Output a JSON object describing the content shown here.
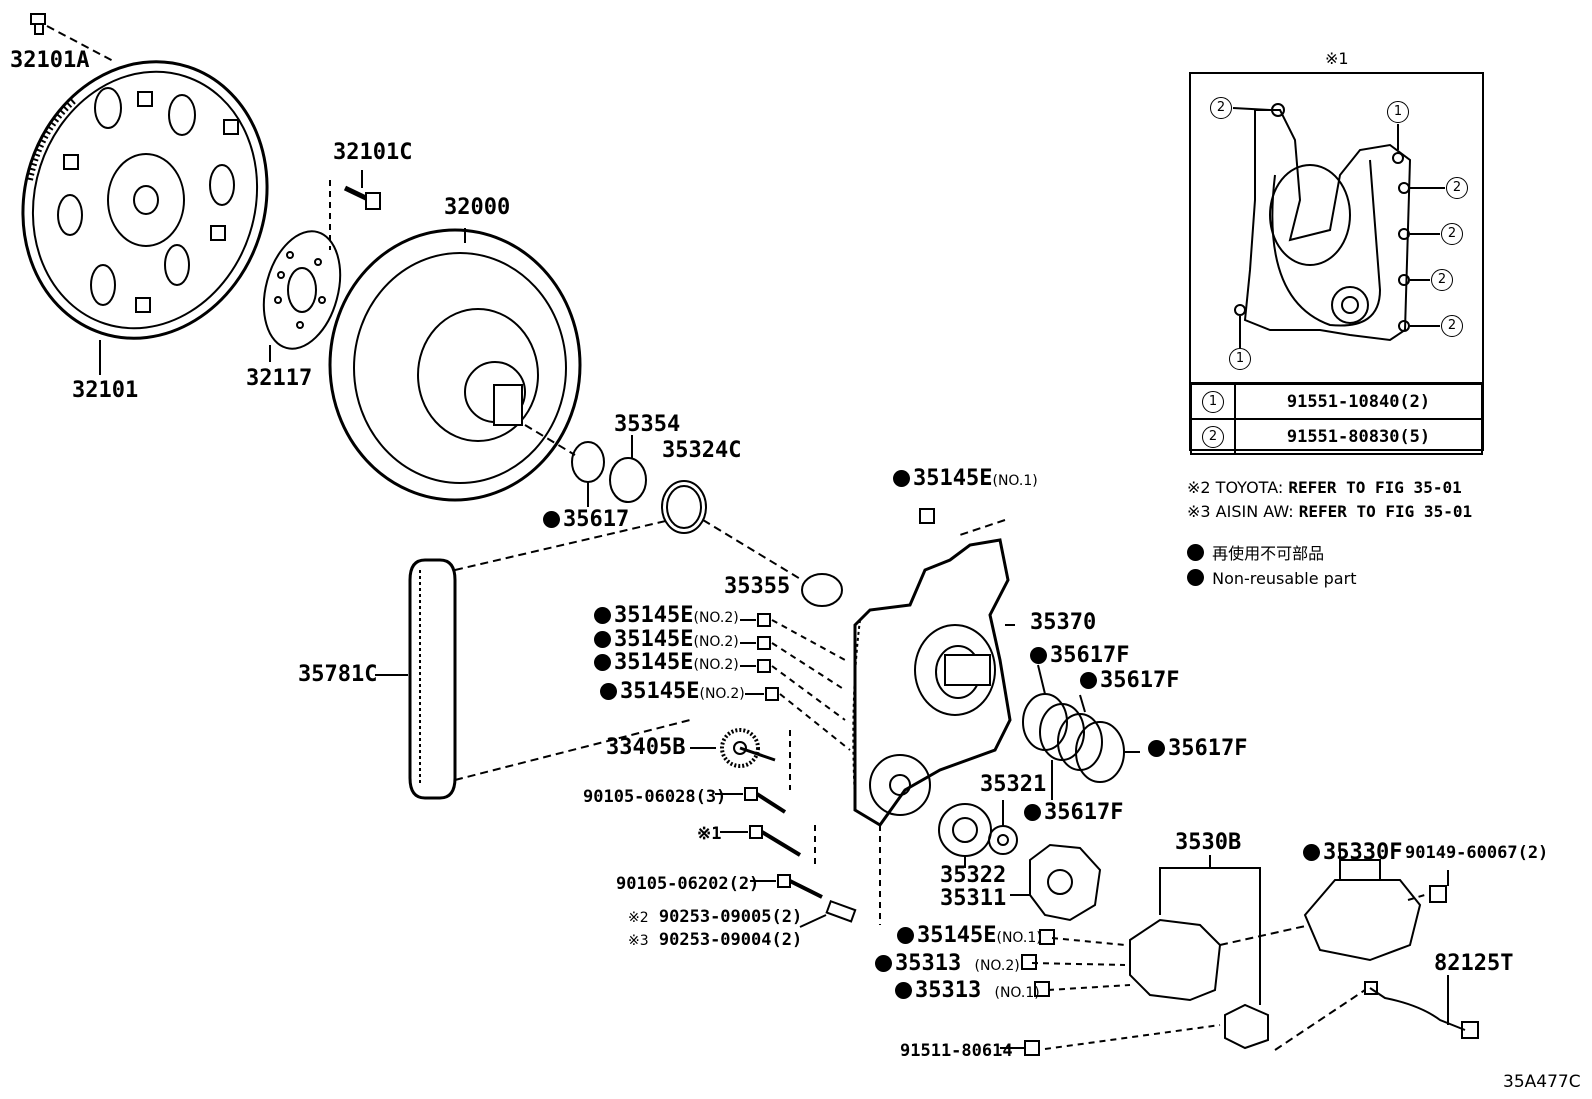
{
  "parts": {
    "p32101A": "32101A",
    "p32101C": "32101C",
    "p32000": "32000",
    "p32101": "32101",
    "p32117": "32117",
    "p35354": "35354",
    "p35324C": "35324C",
    "p35617": "35617",
    "p35145E_no1_top": "35145E",
    "p35355": "35355",
    "p35370": "35370",
    "p35145E_a": "35145E",
    "p35145E_b": "35145E",
    "p35145E_c": "35145E",
    "p35145E_d": "35145E",
    "p35617F_1": "35617F",
    "p35617F_2": "35617F",
    "p35617F_3": "35617F",
    "p35617F_4": "35617F",
    "p35781C": "35781C",
    "p33405B": "33405B",
    "p90105_06028": "90105-06028(3)",
    "p_ref1": "※1",
    "p90105_06202": "90105-06202(2)",
    "p90253_09005": "90253-09005(2)",
    "p90253_09004": "90253-09004(2)",
    "p35321": "35321",
    "p35322": "35322",
    "p35311": "35311",
    "p3530B": "3530B",
    "p35330F": "35330F",
    "p90149_60067": "90149-60067(2)",
    "p35145E_bottom": "35145E",
    "p35313_no2": "35313",
    "p35313_no1": "35313",
    "p82125T": "82125T",
    "p91511_80614": "91511-80614"
  },
  "qualifiers": {
    "no1": "(NO.1)",
    "no2": "(NO.2)",
    "ref2": "※2",
    "ref3": "※3"
  },
  "inset": {
    "title": "※1",
    "callout_1": "1",
    "callout_2": "2",
    "rows": [
      {
        "key": "1",
        "value": "91551-10840(2)"
      },
      {
        "key": "2",
        "value": "91551-80830(5)"
      }
    ]
  },
  "notes": {
    "ref2_prefix": "※2 TOYOTA: ",
    "ref2_text": "REFER TO FIG 35-01",
    "ref3_prefix": "※3 AISIN AW: ",
    "ref3_text": "REFER TO FIG 35-01",
    "legend_jp": "再使用不可部品",
    "legend_en": "Non-reusable part"
  },
  "figure_id": "35A477C"
}
